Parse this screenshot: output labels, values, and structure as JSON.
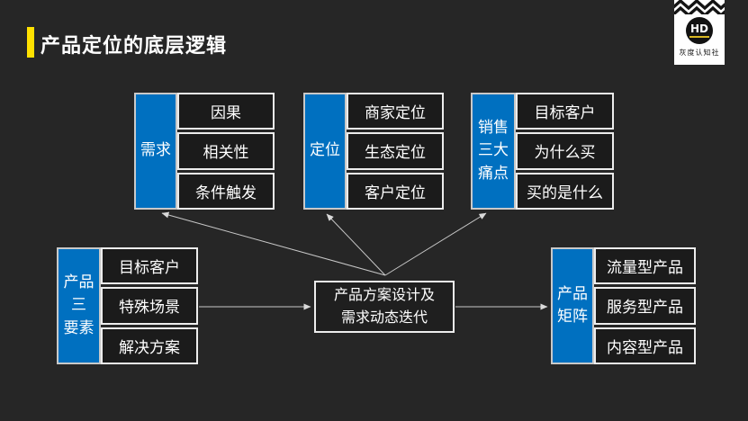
{
  "slide": {
    "title": "产品定位的底层逻辑"
  },
  "logo": {
    "monogram": "HD",
    "name": "灰度认知社"
  },
  "diagram": {
    "groups": [
      {
        "id": "demand",
        "header": "需求",
        "items": [
          "因果",
          "相关性",
          "条件触发"
        ]
      },
      {
        "id": "positioning",
        "header": "定位",
        "items": [
          "商家定位",
          "生态定位",
          "客户定位"
        ]
      },
      {
        "id": "sales-pain",
        "header": "销售\n三大\n痛点",
        "items": [
          "目标客户",
          "为什么买",
          "买的是什么"
        ]
      },
      {
        "id": "product-elements",
        "header": "产品\n三\n要素",
        "items": [
          "目标客户",
          "特殊场景",
          "解决方案"
        ]
      },
      {
        "id": "product-matrix",
        "header": "产品\n矩阵",
        "items": [
          "流量型产品",
          "服务型产品",
          "内容型产品"
        ]
      }
    ],
    "center": {
      "line1": "产品方案设计及",
      "line2": "需求动态迭代"
    },
    "colors": {
      "accent_blue": "#0070c0",
      "accent_yellow": "#ffe100",
      "background": "#262626"
    }
  }
}
